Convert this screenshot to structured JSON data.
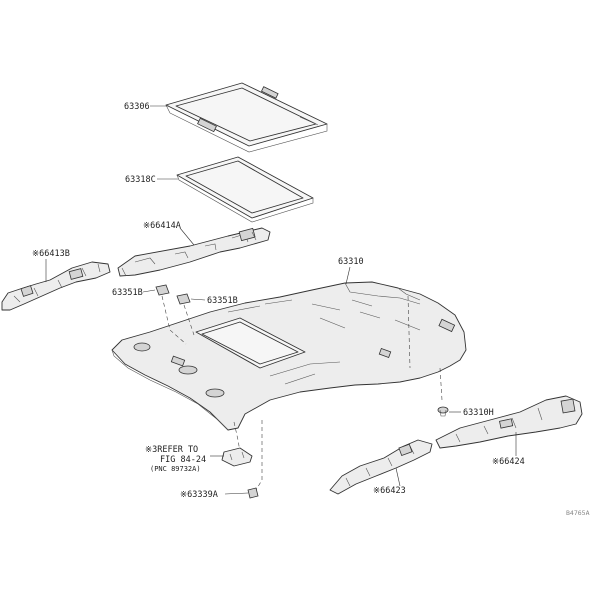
{
  "diagram": {
    "labels": {
      "p63306": "63306",
      "p63318c": "63318C",
      "p66414a": "※66414A",
      "p66413b": "※66413B",
      "p63310": "63310",
      "p63351b_left": "63351B",
      "p63351b_right": "63351B",
      "p63310h": "63310H",
      "p66424": "※66424",
      "p66423": "※66423",
      "p63339a": "※63339A",
      "refer_line1": "※3REFER TO",
      "refer_line2": "FIG 84-24",
      "refer_line3": "(PNC 89732A)",
      "drawing_code": "B4765A"
    }
  }
}
